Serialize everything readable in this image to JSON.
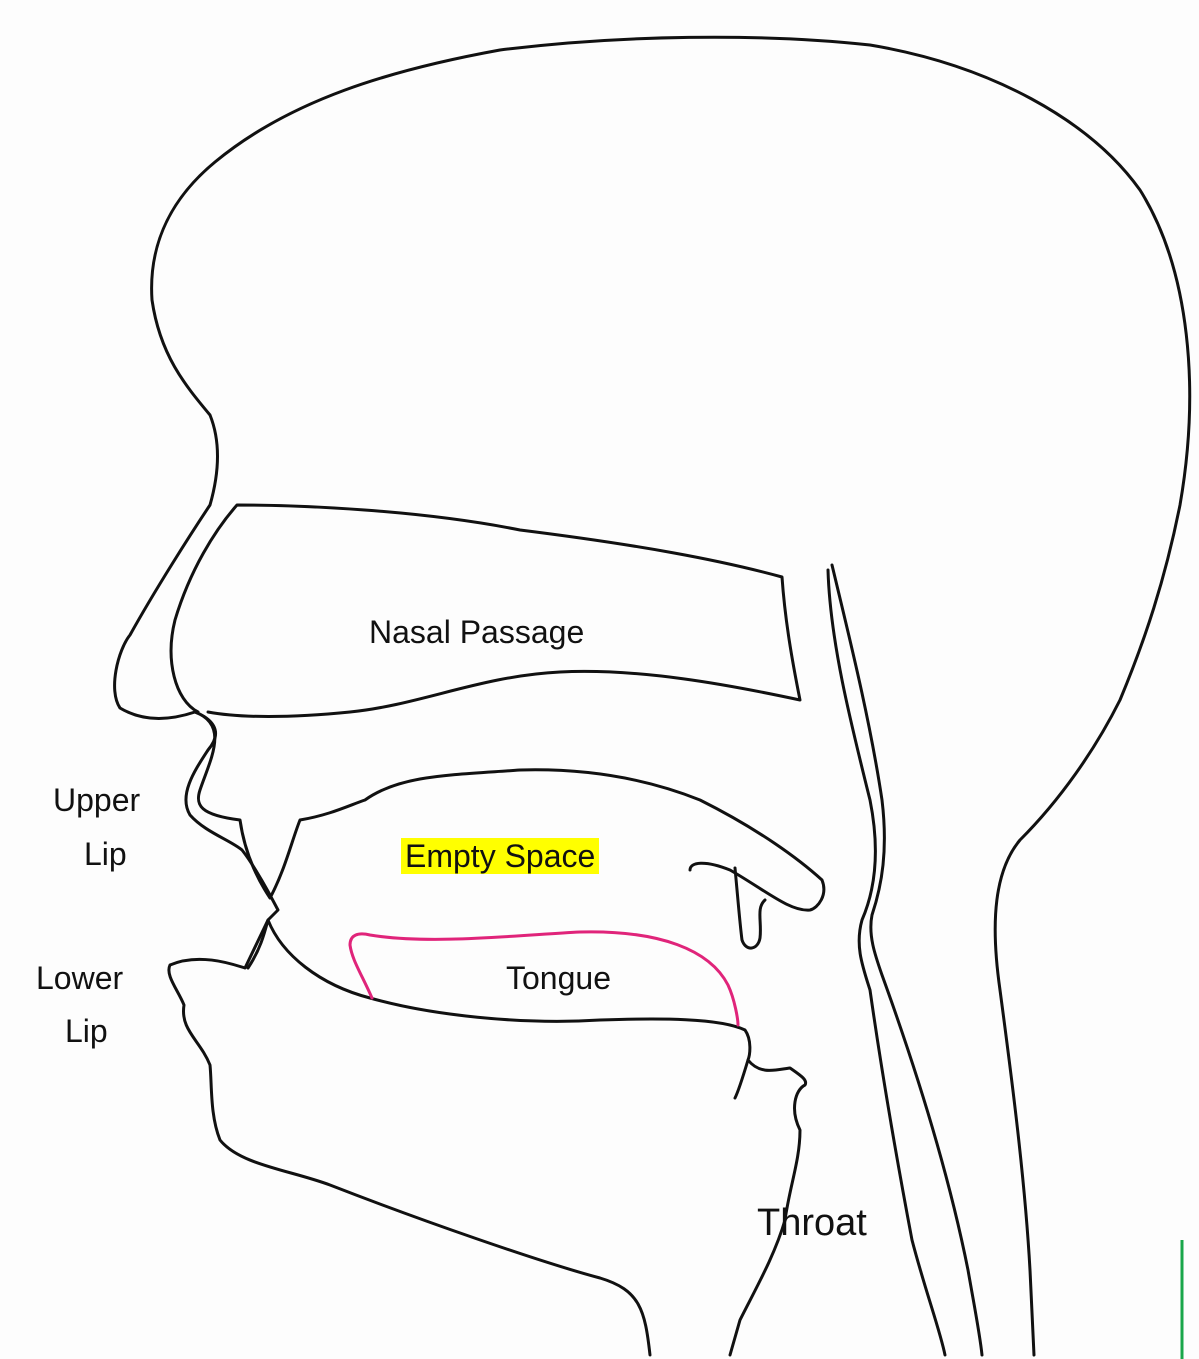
{
  "labels": {
    "nasal_passage": "Nasal Passage",
    "empty_space": "Empty Space",
    "upper_lip_line1": "Upper",
    "upper_lip_line2": "Lip",
    "lower_lip_line1": "Lower",
    "lower_lip_line2": "Lip",
    "tongue": "Tongue",
    "throat": "Throat"
  },
  "colors": {
    "outline": "#111111",
    "tongue_outline": "#e0247a",
    "highlight": "#ffff00",
    "edge_marker": "#1aa64a"
  }
}
